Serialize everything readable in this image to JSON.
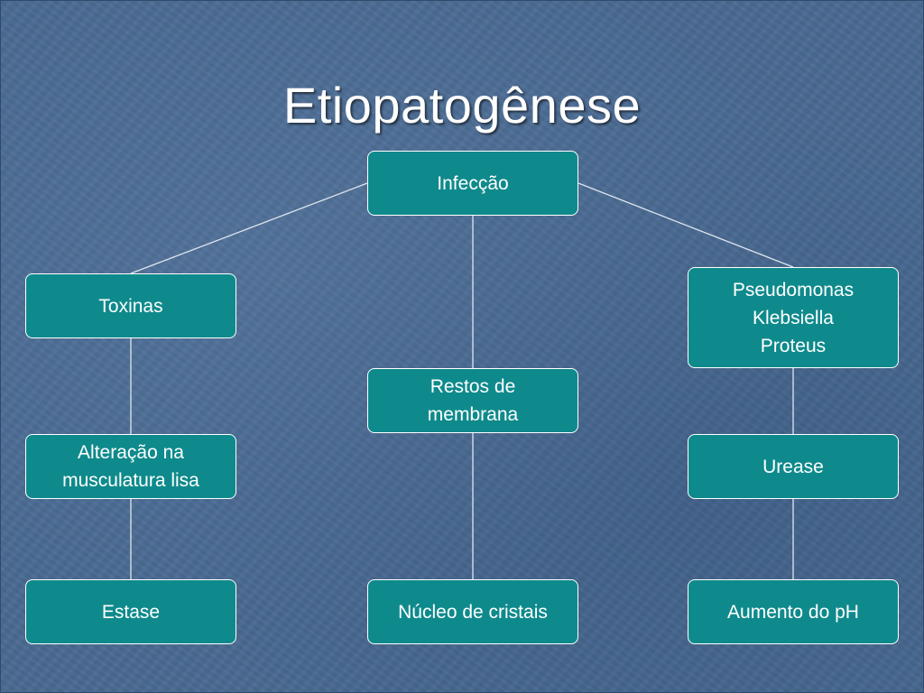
{
  "slide": {
    "title": "Etiopatogênese"
  },
  "nodes": {
    "infeccao": "Infecção",
    "toxinas": "Toxinas",
    "bacterias": "Pseudomonas\nKlebsiella\nProteus",
    "restos": "Restos de\nmembrana",
    "alteracao": "Alteração na\nmusculatura lisa",
    "urease": "Urease",
    "estase": "Estase",
    "nucleo": "Núcleo de cristais",
    "ph": "Aumento do pH"
  },
  "colors": {
    "background": "#4a6a92",
    "node_fill": "#0f8a8c",
    "node_border": "#ffffff",
    "text": "#ffffff",
    "connector": "#dfe6ee"
  }
}
